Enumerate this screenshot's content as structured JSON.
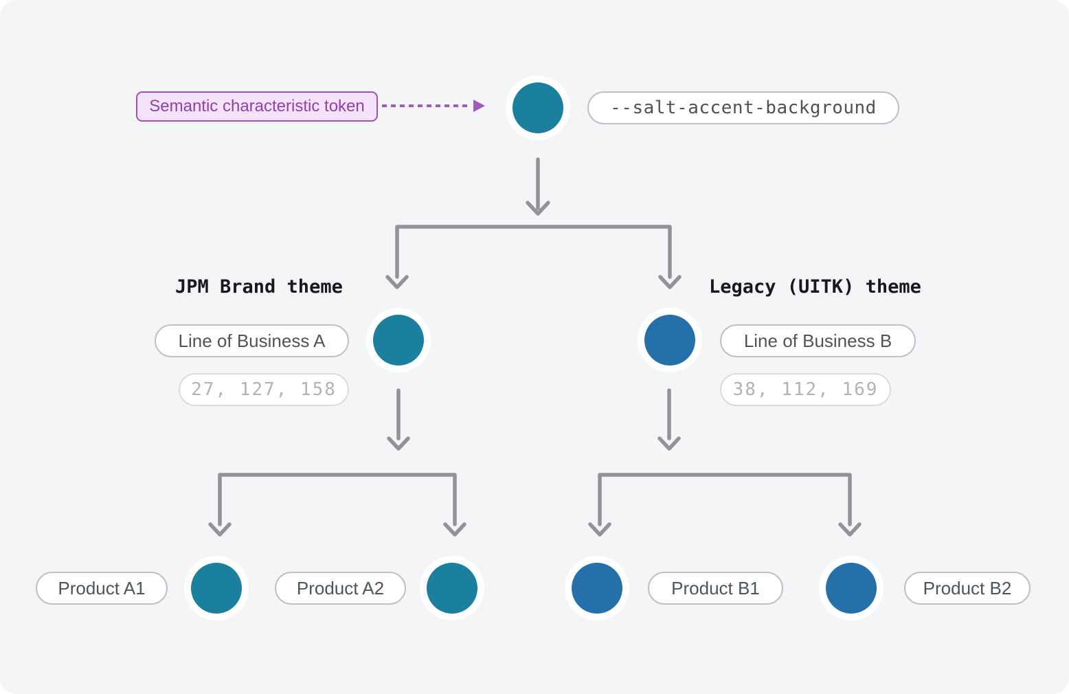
{
  "colors": {
    "page_background": "#f4f5f7",
    "teal_accent": "#1B7F9E",
    "blue_accent": "#2670A9",
    "arrow_gray": "#919396",
    "callout_purple": "#9D50B6"
  },
  "annotation": {
    "callout_label": "Semantic characteristic token",
    "token_name": "--salt-accent-background"
  },
  "themes": [
    {
      "name": "JPM Brand theme",
      "lob_label": "Line of Business A",
      "rgb_value": "27, 127, 158",
      "color": "#1B7F9E",
      "products": [
        {
          "label": "Product A1"
        },
        {
          "label": "Product A2"
        }
      ]
    },
    {
      "name": "Legacy (UITK) theme",
      "lob_label": "Line of Business B",
      "rgb_value": "38, 112, 169",
      "color": "#2670A9",
      "products": [
        {
          "label": "Product B1"
        },
        {
          "label": "Product B2"
        }
      ]
    }
  ]
}
